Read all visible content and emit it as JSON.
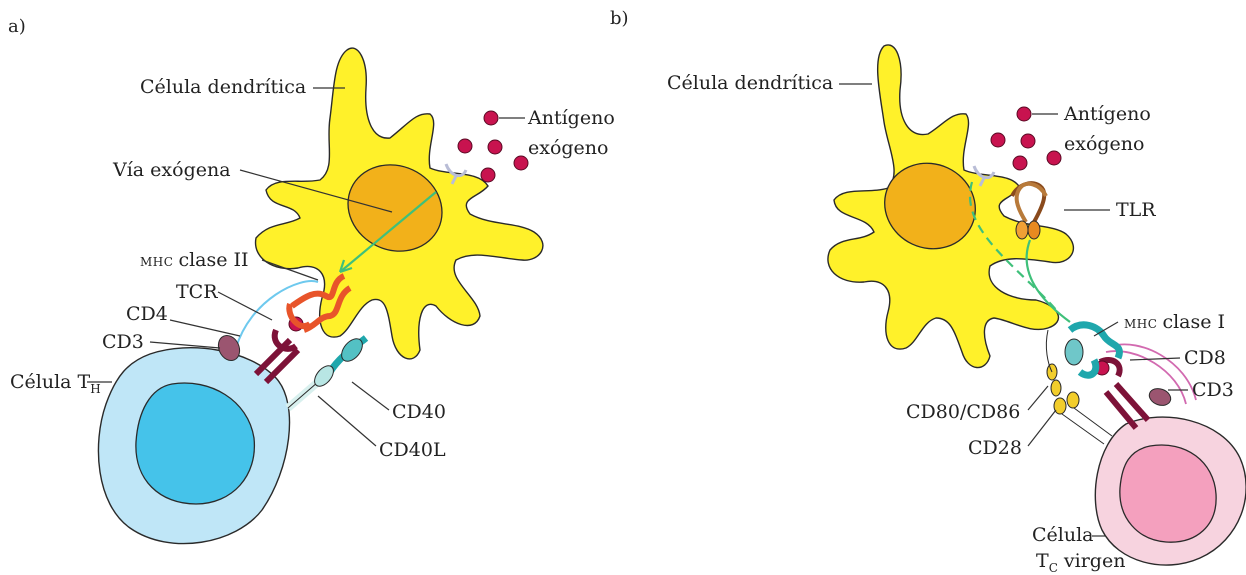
{
  "panel_a": {
    "tag": "a)",
    "dendritic_cell": "Célula dendrítica",
    "antigen_line1": "Antígeno",
    "antigen_line2": "exógeno",
    "pathway": "Vía exógena",
    "mhc_prefix": "MHC",
    "mhc_suffix": "clase II",
    "tcr": "TCR",
    "cd4": "CD4",
    "cd3": "CD3",
    "t_cell_main": "Célula T",
    "t_cell_sub": "H",
    "cd40": "CD40",
    "cd40l": "CD40L"
  },
  "panel_b": {
    "tag": "b)",
    "dendritic_cell": "Célula dendrítica",
    "antigen_line1": "Antígeno",
    "antigen_line2": "exógeno",
    "tlr": "TLR",
    "mhc_prefix": "MHC",
    "mhc_suffix": "clase I",
    "cd8": "CD8",
    "cd3": "CD3",
    "cd80_cd86": "CD80/CD86",
    "cd28": "CD28",
    "t_cell_line1": "Célula",
    "t_cell_line2_main": "T",
    "t_cell_line2_sub": "C",
    "t_cell_line2_rest": " virgen"
  },
  "colors": {
    "dendritic": "#fff12a",
    "nucleus": "#f2b11a",
    "antigen": "#c8134f",
    "th_cell": "#bfe6f7",
    "th_nucleus": "#45c3ea",
    "tc_cell": "#f7d3df",
    "tc_nucleus": "#f4a0be",
    "mhc_ii": "#e8542a",
    "mhc_i": "#1fa7ac",
    "tcr": "#7d1238",
    "green_path": "#3fc07a"
  }
}
